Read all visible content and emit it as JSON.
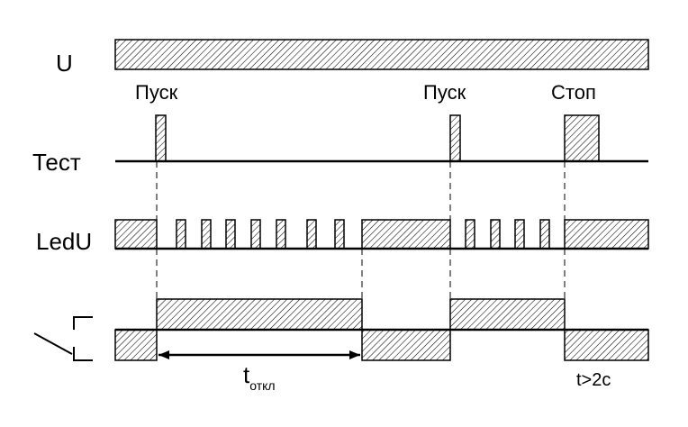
{
  "signals": {
    "u": "U",
    "test": "Тест",
    "led": "LedU"
  },
  "events": {
    "start_1": "Пуск",
    "start_2": "Пуск",
    "stop": "Стоп"
  },
  "timing": {
    "t_main": "t",
    "t_sub": "откл",
    "t_stop": "t>2с"
  },
  "colors": {
    "line": "#000000",
    "hatch": "#000000",
    "background": "#ffffff"
  }
}
